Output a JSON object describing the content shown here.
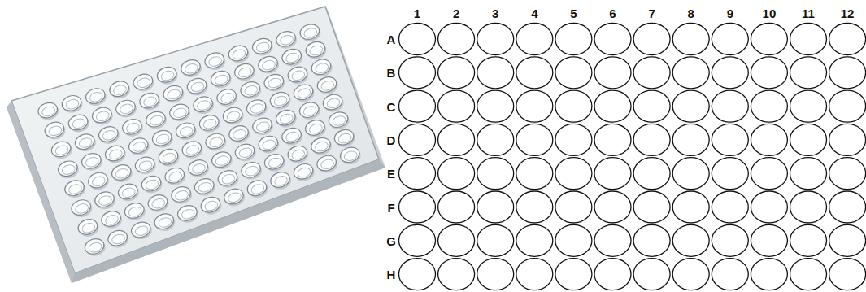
{
  "diagram": {
    "labels": [
      "1",
      "2",
      "3",
      "4",
      "5",
      "6",
      "7",
      "8",
      "9",
      "10",
      "11",
      "12",
      "A",
      "B",
      "C",
      "D",
      "E",
      "F",
      "G",
      "H"
    ]
  }
}
